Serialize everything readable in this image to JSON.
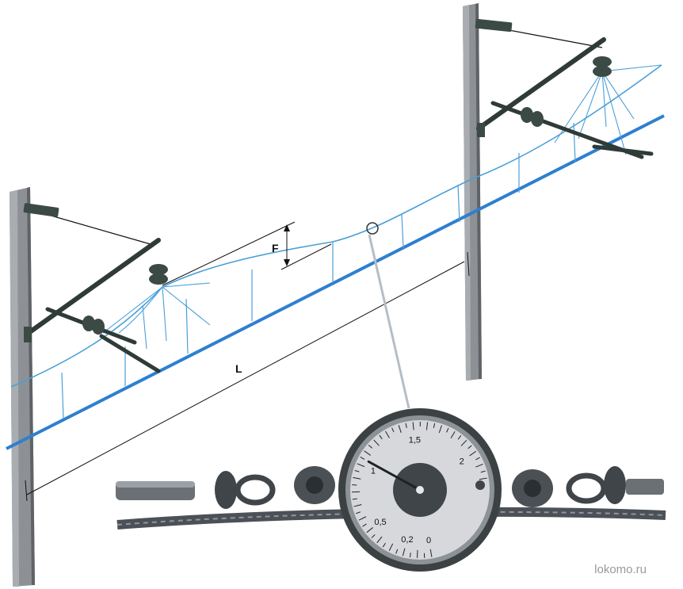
{
  "labels": {
    "sag": "F",
    "span": "L"
  },
  "dynamometer": {
    "scale_labels": [
      "0",
      "0,2",
      "0,5",
      "1",
      "1,5",
      "2"
    ],
    "scale_values": [
      0,
      0.2,
      0.5,
      1,
      1.5,
      2
    ],
    "needle_value": 1.05
  },
  "watermark": "lokomo.ru",
  "colors": {
    "wire": "#2e7fd0",
    "catenary": "#4a9fd8",
    "pole": "#8d9196",
    "pole_shade": "#5f6368",
    "bracket": "#3b4a45",
    "dial_face": "#d6d8db",
    "dial_rim": "#3c4144"
  }
}
